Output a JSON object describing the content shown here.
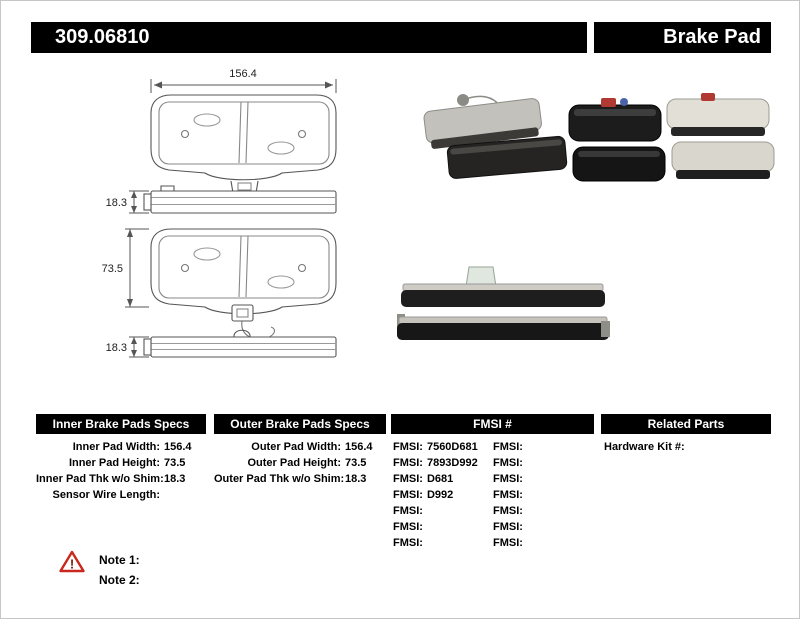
{
  "header": {
    "part_number": "309.06810",
    "product_title": "Brake Pad"
  },
  "drawings": {
    "width_dim": "156.4",
    "top_thickness_dim": "18.3",
    "height_dim": "73.5",
    "bottom_thickness_dim": "18.3"
  },
  "specs": {
    "inner": {
      "title": "Inner Brake Pads Specs",
      "rows": [
        {
          "label": "Inner Pad Width:",
          "value": "156.4"
        },
        {
          "label": "Inner Pad Height:",
          "value": "73.5"
        },
        {
          "label": "Inner Pad Thk w/o Shim:",
          "value": "18.3"
        },
        {
          "label": "Sensor Wire Length:",
          "value": ""
        }
      ]
    },
    "outer": {
      "title": "Outer Brake Pads Specs",
      "rows": [
        {
          "label": "Outer Pad Width:",
          "value": "156.4"
        },
        {
          "label": "Outer Pad Height:",
          "value": "73.5"
        },
        {
          "label": "Outer Pad Thk w/o Shim:",
          "value": "18.3"
        }
      ]
    },
    "fmsi": {
      "title": "FMSI #",
      "left_rows": [
        {
          "label": "FMSI:",
          "value": "7560D681"
        },
        {
          "label": "FMSI:",
          "value": "7893D992"
        },
        {
          "label": "FMSI:",
          "value": "D681"
        },
        {
          "label": "FMSI:",
          "value": "D992"
        },
        {
          "label": "FMSI:",
          "value": ""
        },
        {
          "label": "FMSI:",
          "value": ""
        },
        {
          "label": "FMSI:",
          "value": ""
        }
      ],
      "right_rows": [
        {
          "label": "FMSI:",
          "value": ""
        },
        {
          "label": "FMSI:",
          "value": ""
        },
        {
          "label": "FMSI:",
          "value": ""
        },
        {
          "label": "FMSI:",
          "value": ""
        },
        {
          "label": "FMSI:",
          "value": ""
        },
        {
          "label": "FMSI:",
          "value": ""
        },
        {
          "label": "FMSI:",
          "value": ""
        }
      ]
    },
    "related": {
      "title": "Related Parts",
      "rows": [
        {
          "label": "Hardware Kit #:",
          "value": ""
        }
      ]
    }
  },
  "notes": {
    "warning_glyph": "!",
    "items": [
      {
        "label": "Note 1:"
      },
      {
        "label": "Note 2:"
      }
    ]
  },
  "colors": {
    "header_bg": "#000000",
    "header_fg": "#ffffff",
    "warning": "#c8281e"
  }
}
